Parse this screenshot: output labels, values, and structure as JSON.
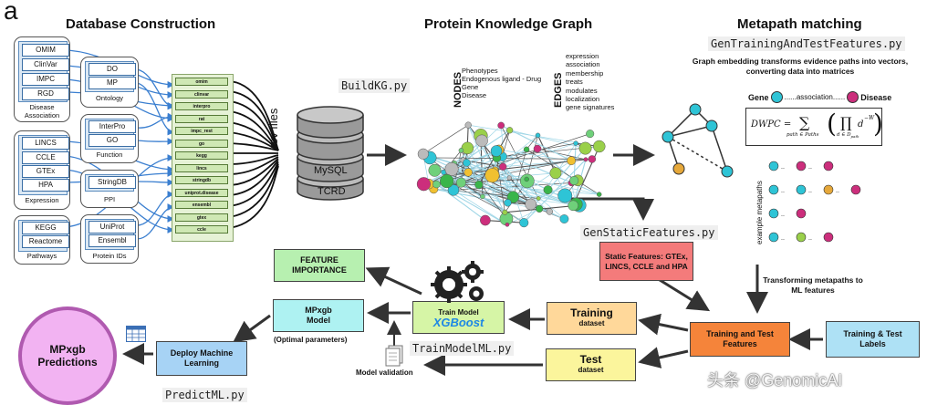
{
  "panel_letter": "a",
  "sections": {
    "db": "Database Construction",
    "pkg": "Protein Knowledge Graph",
    "mp": "Metapath matching"
  },
  "groups": [
    {
      "caption": "Disease Association",
      "items": [
        "OMIM",
        "ClinVar",
        "IMPC",
        "RGD"
      ]
    },
    {
      "caption": "Expression",
      "items": [
        "LINCS",
        "CCLE",
        "GTEx",
        "HPA"
      ]
    },
    {
      "caption": "Pathways",
      "items": [
        "KEGG",
        "Reactome"
      ]
    },
    {
      "caption": "Ontology",
      "items": [
        "DO",
        "MP"
      ]
    },
    {
      "caption": "Function",
      "items": [
        "InterPro",
        "GO"
      ]
    },
    {
      "caption": "PPI",
      "items": [
        "StringDB"
      ]
    },
    {
      "caption": "Protein IDs",
      "items": [
        "UniProt",
        "Ensembl"
      ]
    }
  ],
  "tsv_labels": [
    "omim",
    "clinvar",
    "interpro",
    "rat",
    "impc_rest",
    "go",
    "kegg",
    "lincs",
    "stringdb",
    "uniprot.disease",
    "ensembl",
    "gtex",
    "ccle"
  ],
  "tsv_files_label": "tsv files",
  "db_labels": {
    "top": "MySQL",
    "bottom": "TCRD"
  },
  "scripts": {
    "buildkg": "BuildKG.py",
    "gentrain": "GenTrainingAndTestFeatures.py",
    "genstatic": "GenStaticFeatures.py",
    "trainmodel": "TrainModelML.py",
    "predict": "PredictML.py"
  },
  "graph_text": {
    "nodes_heading": "NODES",
    "nodes": [
      "Phenotypes",
      "Endogenous ligand - Drug",
      "Gene",
      "Disease"
    ],
    "edges_heading": "EDGES",
    "edges": [
      "expression",
      "association",
      "membership",
      "treats",
      "modulates",
      "localization",
      "gene signatures"
    ]
  },
  "metapath": {
    "description": "Graph embedding transforms evidence paths into vectors, converting data into matrices",
    "gene": "Gene",
    "assoc": "......association......",
    "disease": "Disease",
    "formula": {
      "lhs": "DWPC =",
      "sum_sub": "path ∈ Paths",
      "prod_sub": "d ∈ D",
      "dsub": "path",
      "term": "d",
      "exp": "−W"
    },
    "examples_label": "example metapaths",
    "transform": "Transforming metapaths to ML features"
  },
  "boxes": {
    "static_features": "Static Features: GTEx, LINCS, CCLE and HPA",
    "feature_importance": "FEATURE IMPORTANCE",
    "train_model": "Train Model",
    "xgboost": "XGBoost",
    "mpxgb_model": "MPxgb Model",
    "optimal": "(Optimal parameters)",
    "training": "Training",
    "training_sub": "dataset",
    "test": "Test",
    "test_sub": "dataset",
    "train_test_features": "Training and Test Features",
    "train_test_labels": "Training & Test Labels",
    "deploy": "Deploy Machine Learning",
    "predictions": "MPxgb Predictions",
    "model_validation": "Model validation"
  },
  "watermark": "头条 @GenomicAI",
  "colors": {
    "source_fill": "#dbe8f4",
    "tsv_fill": "#cfe8b4",
    "feature_importance": "#b7f0b0",
    "train_model": "#d6f5a6",
    "mpxgb_model": "#aef2f2",
    "training": "#ffd89a",
    "test": "#fbf59c",
    "static_features": "#f47b7b",
    "train_test_features": "#f5843a",
    "labels": "#aee1f5",
    "deploy": "#a7d3f5",
    "predictions": "#f2b3f2",
    "xgboost": "#1e88e5"
  }
}
